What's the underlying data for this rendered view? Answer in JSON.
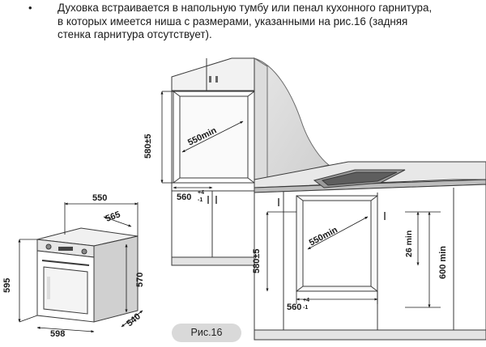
{
  "instructions": {
    "bullet": "•",
    "lines": [
      "Духовка встраивается в напольную тумбу или пенал кухонного гарнитура,",
      "в которых имеется ниша с размерами, указанными на рис.16 (задняя",
      "стенка гарнитура отсутствует)."
    ]
  },
  "oven": {
    "dims": {
      "width": "598",
      "height": "595",
      "depth_total": "565",
      "depth_body": "550",
      "front_height": "570",
      "body_depth_side": "540"
    }
  },
  "tall_unit": {
    "dims": {
      "niche_height": "580±5",
      "niche_depth": "550min",
      "niche_width": "560",
      "tol_plus": "+4",
      "tol_minus": "-1"
    }
  },
  "base_unit": {
    "dims": {
      "niche_height": "580±5",
      "niche_depth": "550min",
      "niche_width": "560",
      "tol_plus": "+4",
      "tol_minus": "-1",
      "gap_min": "26 min",
      "niche_height_min": "600 min"
    }
  },
  "caption": "Рис.16"
}
